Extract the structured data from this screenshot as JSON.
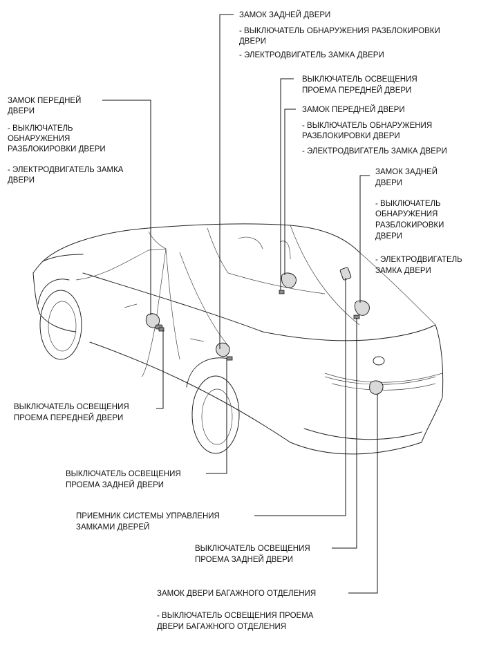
{
  "labels": {
    "rear_lock_top": {
      "title": "ЗАМОК ЗАДНЕЙ ДВЕРИ",
      "item1_l1": "- ВЫКЛЮЧАТЕЛЬ ОБНАРУЖЕНИЯ РАЗБЛОКИРОВКИ",
      "item1_l2": "ДВЕРИ",
      "item2": "- ЭЛЕКТРОДВИГАТЕЛЬ ЗАМКА ДВЕРИ"
    },
    "front_courtesy_right": {
      "l1": "ВЫКЛЮЧАТЕЛЬ ОСВЕЩЕНИЯ",
      "l2": "ПРОЕМА ПЕРЕДНЕЙ ДВЕРИ"
    },
    "front_lock_right": {
      "title": "ЗАМОК ПЕРЕДНЕЙ ДВЕРИ",
      "item1_l1": "- ВЫКЛЮЧАТЕЛЬ ОБНАРУЖЕНИЯ",
      "item1_l2": "РАЗБЛОКИРОВКИ ДВЕРИ",
      "item2": "- ЭЛЕКТРОДВИГАТЕЛЬ ЗАМКА ДВЕРИ"
    },
    "front_lock_left": {
      "title_l1": "ЗАМОК ПЕРЕДНЕЙ",
      "title_l2": "ДВЕРИ",
      "item1_l1": "- ВЫКЛЮЧАТЕЛЬ",
      "item1_l2": "ОБНАРУЖЕНИЯ",
      "item1_l3": "РАЗБЛОКИРОВКИ ДВЕРИ",
      "item2_l1": "- ЭЛЕКТРОДВИГАТЕЛЬ ЗАМКА",
      "item2_l2": "ДВЕРИ"
    },
    "rear_lock_right": {
      "title_l1": "ЗАМОК ЗАДНЕЙ",
      "title_l2": "ДВЕРИ",
      "item1_l1": "- ВЫКЛЮЧАТЕЛЬ",
      "item1_l2": "ОБНАРУЖЕНИЯ",
      "item1_l3": "РАЗБЛОКИРОВКИ",
      "item1_l4": "ДВЕРИ",
      "item2_l1": "- ЭЛЕКТРОДВИГАТЕЛЬ",
      "item2_l2": "ЗАМКА ДВЕРИ"
    },
    "front_courtesy_left": {
      "l1": "ВЫКЛЮЧАТЕЛЬ ОСВЕЩЕНИЯ",
      "l2": "ПРОЕМА ПЕРЕДНЕЙ ДВЕРИ"
    },
    "rear_courtesy_left": {
      "l1": "ВЫКЛЮЧАТЕЛЬ ОСВЕЩЕНИЯ",
      "l2": "ПРОЕМА ЗАДНЕЙ ДВЕРИ"
    },
    "receiver": {
      "l1": "ПРИЕМНИК СИСТЕМЫ УПРАВЛЕНИЯ",
      "l2": "ЗАМКАМИ ДВЕРЕЙ"
    },
    "rear_courtesy_right": {
      "l1": "ВЫКЛЮЧАТЕЛЬ ОСВЕЩЕНИЯ",
      "l2": "ПРОЕМА ЗАДНЕЙ ДВЕРИ"
    },
    "trunk_lock": {
      "title": "ЗАМОК ДВЕРИ БАГАЖНОГО ОТДЕЛЕНИЯ",
      "item1_l1": "- ВЫКЛЮЧАТЕЛЬ ОСВЕЩЕНИЯ ПРОЕМА",
      "item1_l2": "ДВЕРИ БАГАЖНОГО ОТДЕЛЕНИЯ"
    }
  }
}
